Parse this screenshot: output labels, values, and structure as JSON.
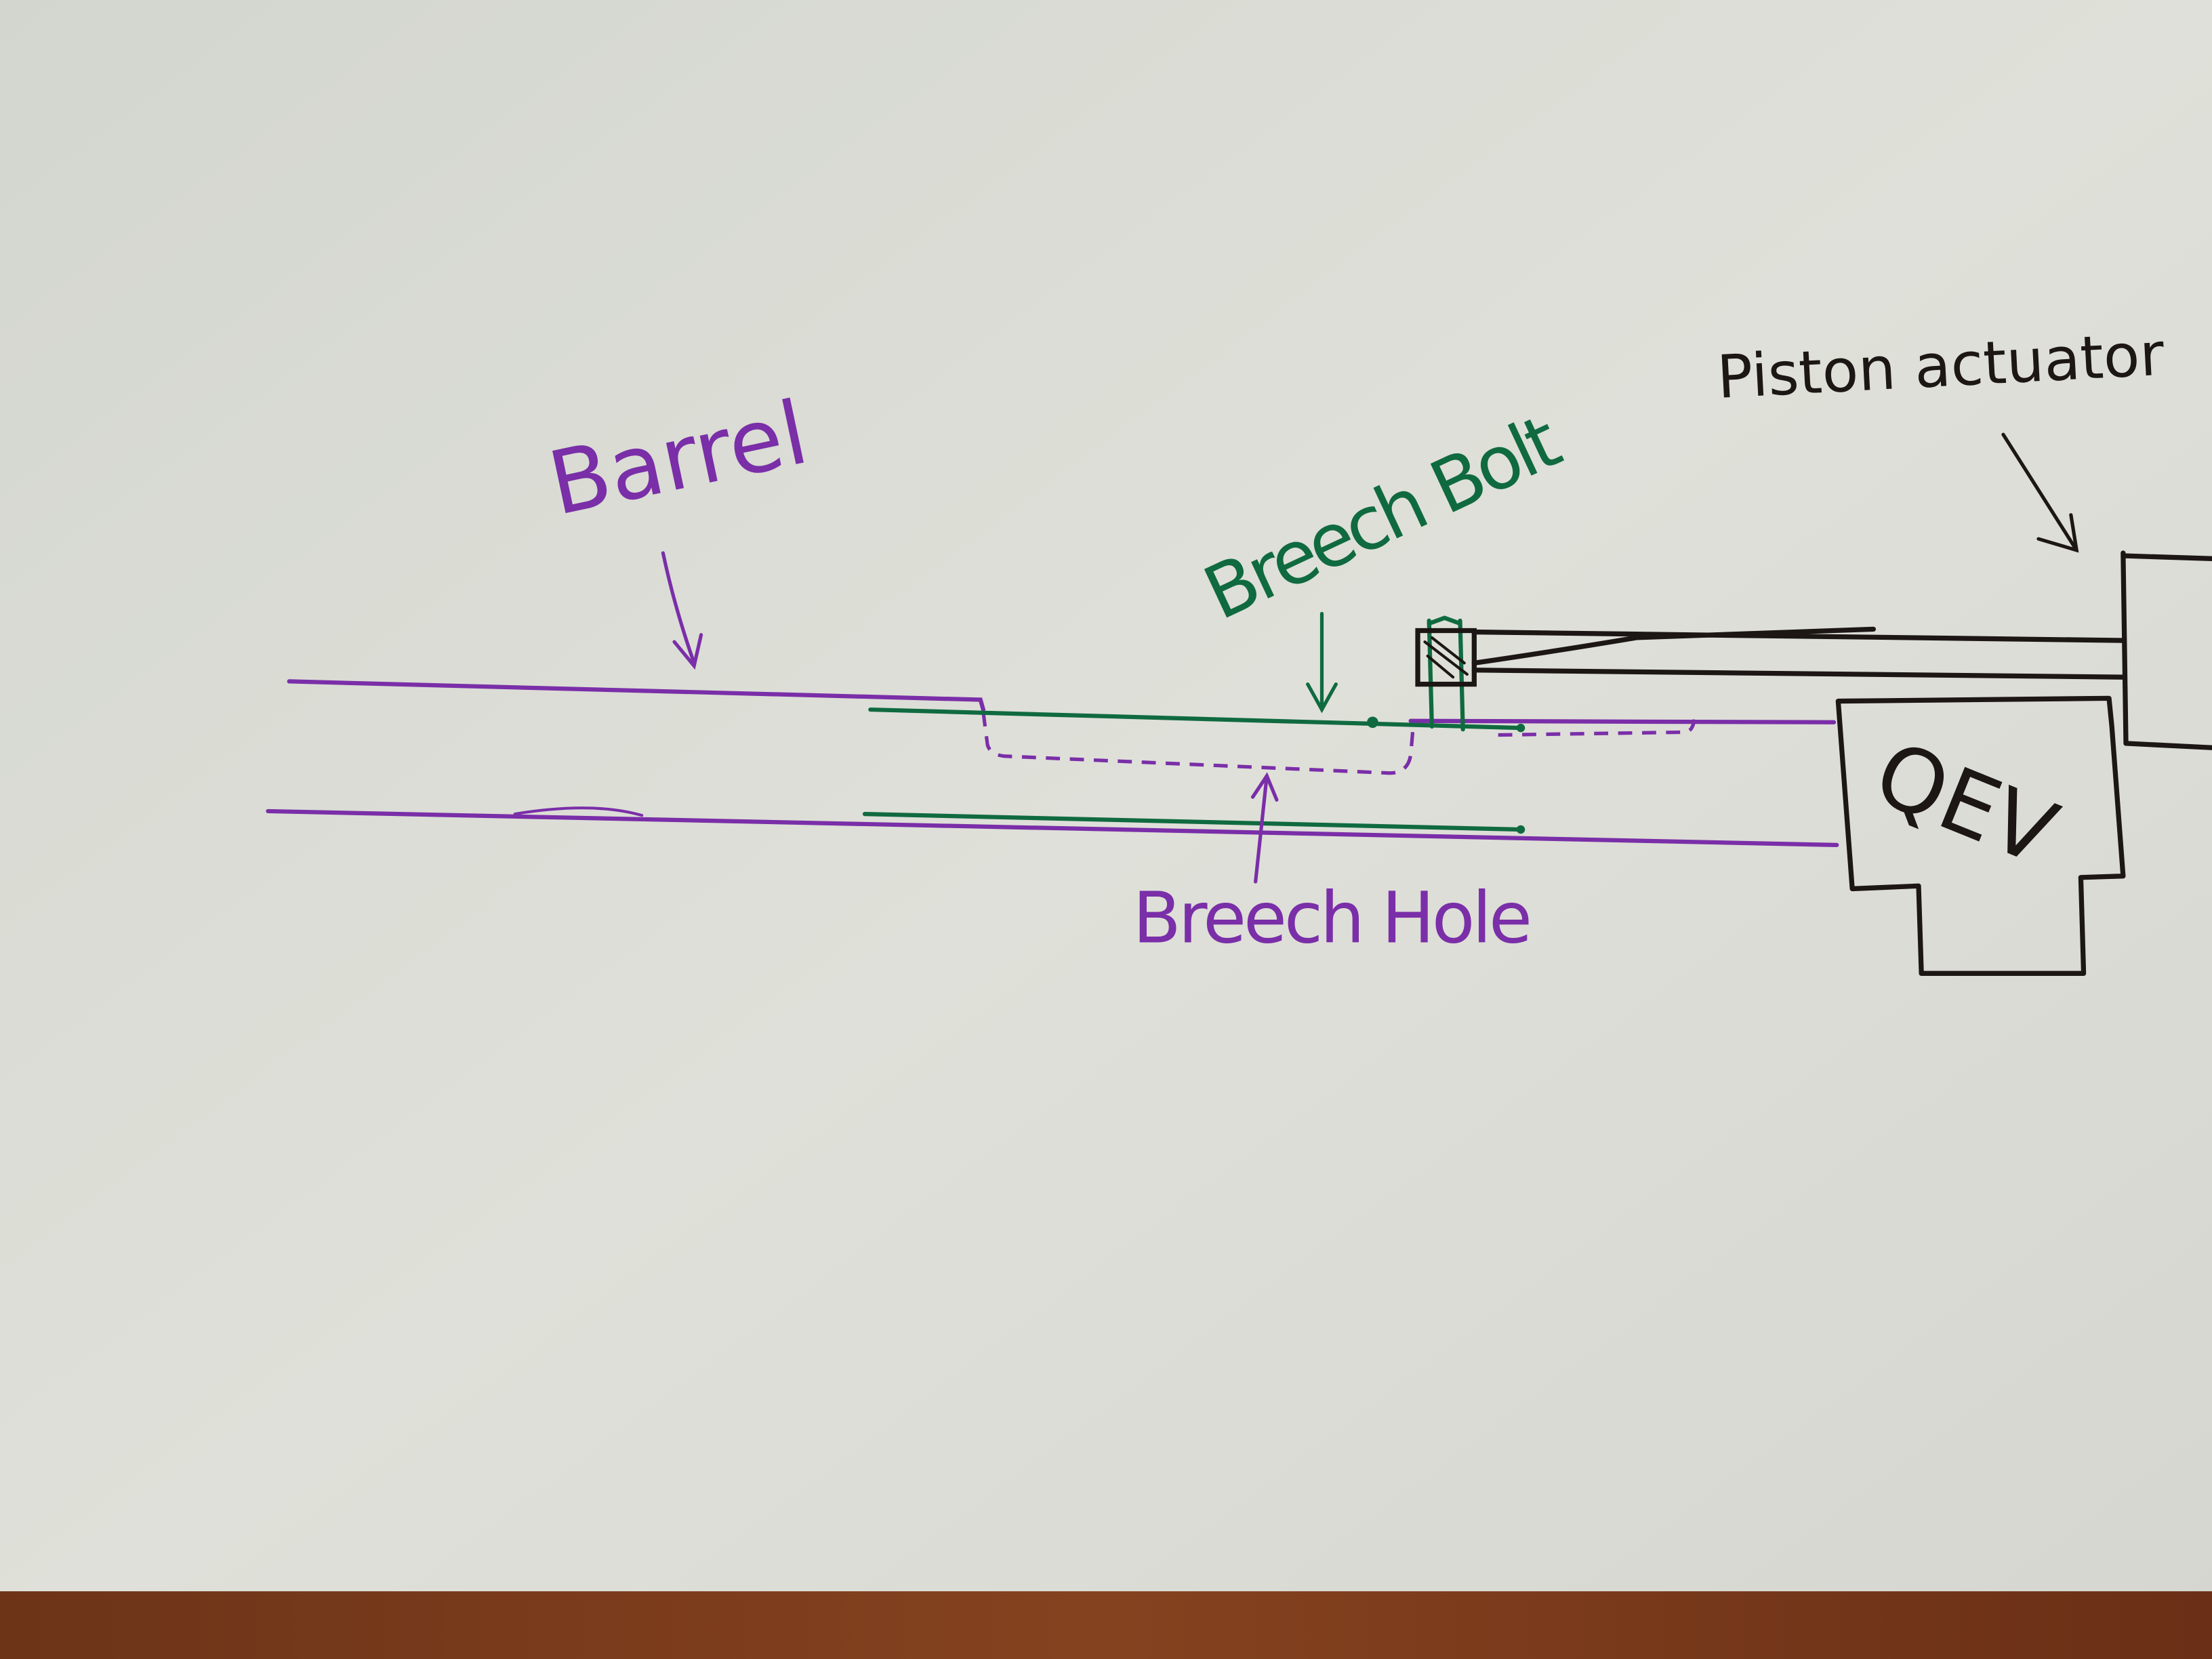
{
  "labels": {
    "barrel": "Barrel",
    "breech_bolt": "Breech Bolt",
    "breech_hole": "Breech Hole",
    "qev": "QEV",
    "piston_actuator": "Piston actuator"
  },
  "colors": {
    "purple_ink": "#7a2ea8",
    "green_ink": "#106a40",
    "black_ink": "#1c1614",
    "paper": "#dcddd6",
    "wood": "#7a3a1c"
  }
}
